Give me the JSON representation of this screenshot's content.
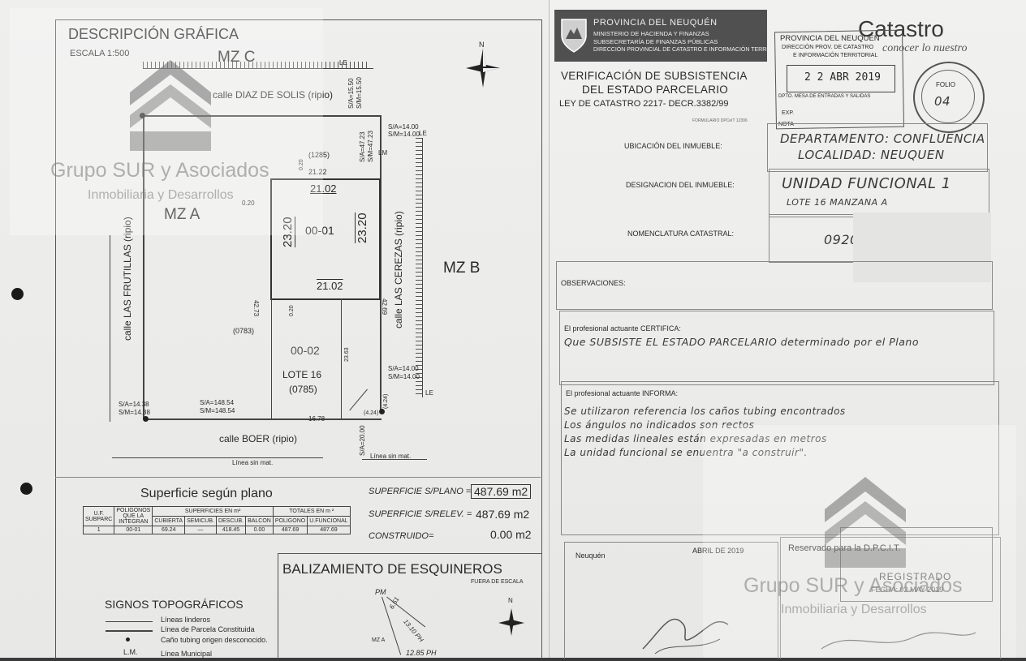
{
  "left": {
    "title": "DESCRIPCIÓN GRÁFICA",
    "scale": "ESCALA 1:500",
    "blocks": {
      "mz_c": "MZ C",
      "mz_a": "MZ A",
      "mz_b": "MZ B"
    },
    "streets": {
      "diaz": "calle DIAZ DE SOLIS (ripio)",
      "frutillas": "calle LAS FRUTILLAS (ripio)",
      "cerezas": "calle LAS CEREZAS (ripio)",
      "boer": "calle BOER (ripio)"
    },
    "marks": {
      "le1": "LE",
      "le2": "LE",
      "le3": "LE",
      "lm": "LM",
      "sa1": "S/A=15.50",
      "sm1": "S/M=15.50",
      "sa2": "S/A=14.00",
      "sm2": "S/M=14.00",
      "sa3": "S/A=47.23",
      "sm3": "S/M=47.23",
      "sa4": "S/A=14.00",
      "sm4": "S/M=14.00",
      "sa5": "S/A=14.38",
      "sm5": "S/M=14.38",
      "sa6": "S/A=148.54",
      "sm6": "S/M=148.54",
      "sa7": "S/A=20.00",
      "p1285": "(1285)",
      "p0783": "(0783)",
      "p0785": "(0785)",
      "d2122": "21.22",
      "d020a": "0.20",
      "d020b": "0.20",
      "d020c": "0.20",
      "d2102a": "21.02",
      "d2102b": "21.02",
      "d2320a": "23.20",
      "d2320b": "23.20",
      "uf1": "00-01",
      "uf2": "00-02",
      "lote": "LOTE 16",
      "d4273": "42.73",
      "d4269": "42.69",
      "d2363": "23.63",
      "d1678": "16.78",
      "d424a": "(4.24)",
      "d424b": "(4.24)",
      "linea1": "Línea sin mat.",
      "linea2": "Línea sin mat.",
      "north": "N"
    },
    "superficie": {
      "title": "Superficie según plano",
      "plano_label": "SUPERFICIE S/PLANO =",
      "plano_value": "487.69 m2",
      "relev_label": "SUPERFICIE S/RELEV. =",
      "relev_value": "487.69 m2",
      "const_label": "CONSTRUIDO=",
      "const_value": "0.00 m2"
    },
    "table": {
      "h_uf": "U.F.",
      "h_subparc": "SUBPARC",
      "h_poligonos": "POLIGONOS QUE LA INTEGRAN",
      "h_superficies": "SUPERFICIES EN m²",
      "h_totales": "TOTALES EN m ²",
      "h_cubierta": "CUBIERTA",
      "h_semicub": "SEMICUB.",
      "h_descub": "DESCUB.",
      "h_balcon": "BALCON",
      "h_poligono": "POLIGONO",
      "h_ufuncional": "U.FUNCIONAL",
      "row": [
        "1",
        "00-01",
        "69.24",
        "—",
        "418.45",
        "0.00",
        "487.69",
        "487.69"
      ]
    },
    "balizamiento": {
      "title": "BALIZAMIENTO DE ESQUINEROS",
      "sub": "FUERA DE ESCALA",
      "pm": "PM",
      "d651": "6.51",
      "d1310": "13.10 PH",
      "d1285": "12.85  PH",
      "mza": "MZ A",
      "north": "N"
    },
    "signos": {
      "title": "SIGNOS TOPOGRÁFICOS",
      "items": [
        "Líneas linderos",
        "Línea de Parcela Constituida",
        "Caño tubing origen desconocido.",
        "Línea Municipal"
      ],
      "lm": "L.M."
    }
  },
  "right": {
    "header": {
      "prov": "PROVINCIA DEL NEUQUÉN",
      "min": "MINISTERIO DE HACIENDA Y FINANZAS",
      "sub": "SUBSECRETARÍA DE FINANZAS PÚBLICAS",
      "dir": "DIRECCIÓN PROVINCIAL DE CATASTRO E INFORMACIÓN TERRITORIAL",
      "brand": "Catastro",
      "brand_sub": "conocer lo nuestro"
    },
    "stamp": {
      "l1": "PROVINCIA DEL NEUQUÉN",
      "l2": "DIRECCIÓN PROV. DE CATASTRO",
      "l3": "E INFORMACIÓN TERRITORIAL",
      "date": "2 2 ABR 2019",
      "l4": "DPTO. MESA DE ENTRADAS Y SALIDAS",
      "exp": "EXP.",
      "nota": "NOTA"
    },
    "folio": {
      "label": "FOLIO",
      "value": "04"
    },
    "title": {
      "l1": "VERIFICACIÓN DE SUBSISTENCIA",
      "l2": "DEL ESTADO PARCELARIO",
      "l3": "LEY DE CATASTRO 2217- DECR.3382/99",
      "form": "FORMULARIO DPCeIT 12306"
    },
    "ubicacion": {
      "label": "UBICACIÓN DEL INMUEBLE:",
      "v1": "DEPARTAMENTO: CONFLUENCIA",
      "v2": "LOCALIDAD: NEUQUEN"
    },
    "designacion": {
      "label": "DESIGNACION DEL INMUEBLE:",
      "v1": "UNIDAD FUNCIONAL 1",
      "v2": "LOTE 16 MANZANA A"
    },
    "nomenclatura": {
      "label": "NOMENCLATURA CATASTRAL:",
      "v1": "0920"
    },
    "observaciones": {
      "label": "OBSERVACIONES:"
    },
    "certifica": {
      "label": "El profesional actuante CERTIFICA:",
      "v1": "Que SUBSISTE EL ESTADO PARCELARIO determinado por el Plano"
    },
    "informa": {
      "label": "El profesional actuante INFORMA:",
      "lines": [
        "Se utilizaron referencia los caños tubing encontrados",
        "Los ángulos no indicados son rectos",
        "Las medidas lineales están expresadas en metros",
        "La unidad funcional se enuentra \"a construir\"."
      ]
    },
    "footer": {
      "neuquen": "Neuquén",
      "fecha": "ABRIL DE 2019",
      "reservado": "Reservado para la D.P.C.I.T.",
      "registrado": "REGISTRADO",
      "fecha_reg": "FECHA: 02 MAY 2019"
    }
  },
  "watermark": {
    "name": "Grupo SUR y Asociados",
    "sub": "Inmobiliaria y Desarrollos"
  }
}
